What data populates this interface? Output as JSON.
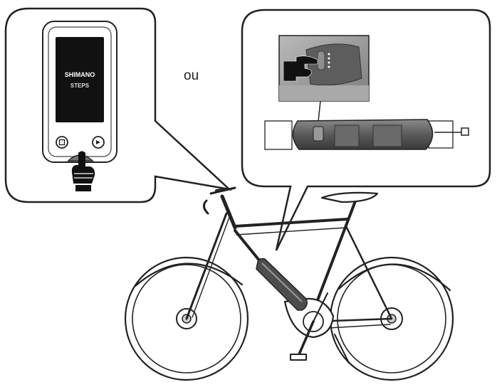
{
  "diagram": {
    "connector_word": "ou",
    "display_unit": {
      "brand_text": "SHIMANO",
      "series_text": "STEPS"
    }
  },
  "colors": {
    "line": "#222222",
    "screen": "#111111",
    "battery_dark": "#4a4a4a",
    "battery_mid": "#7a7a7a",
    "photo_gray": "#9a9a9a",
    "hand": "#111111"
  },
  "icons": [
    "pointing-hand-icon",
    "power-button-icon"
  ]
}
